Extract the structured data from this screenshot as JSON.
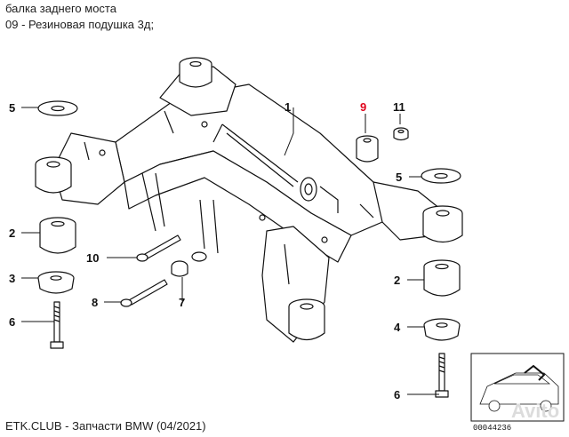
{
  "header": {
    "title": "балка заднего моста",
    "subtitle": "09 - Резиновая подушка 3д;"
  },
  "footer": {
    "text": "ETK.CLUB - Запчасти BMW (04/2021)"
  },
  "callouts": {
    "c1": "1",
    "c9": "9",
    "c11": "11",
    "c5_left": "5",
    "c5_right": "5",
    "c2_left": "2",
    "c2_right": "2",
    "c3": "3",
    "c4": "4",
    "c6_left": "6",
    "c6_right": "6",
    "c7": "7",
    "c8": "8",
    "c10": "10"
  },
  "thumbnail": {
    "ref_code": "00044236",
    "watermark": "Avito"
  },
  "colors": {
    "highlight": "#e0001a",
    "line": "#111111"
  }
}
